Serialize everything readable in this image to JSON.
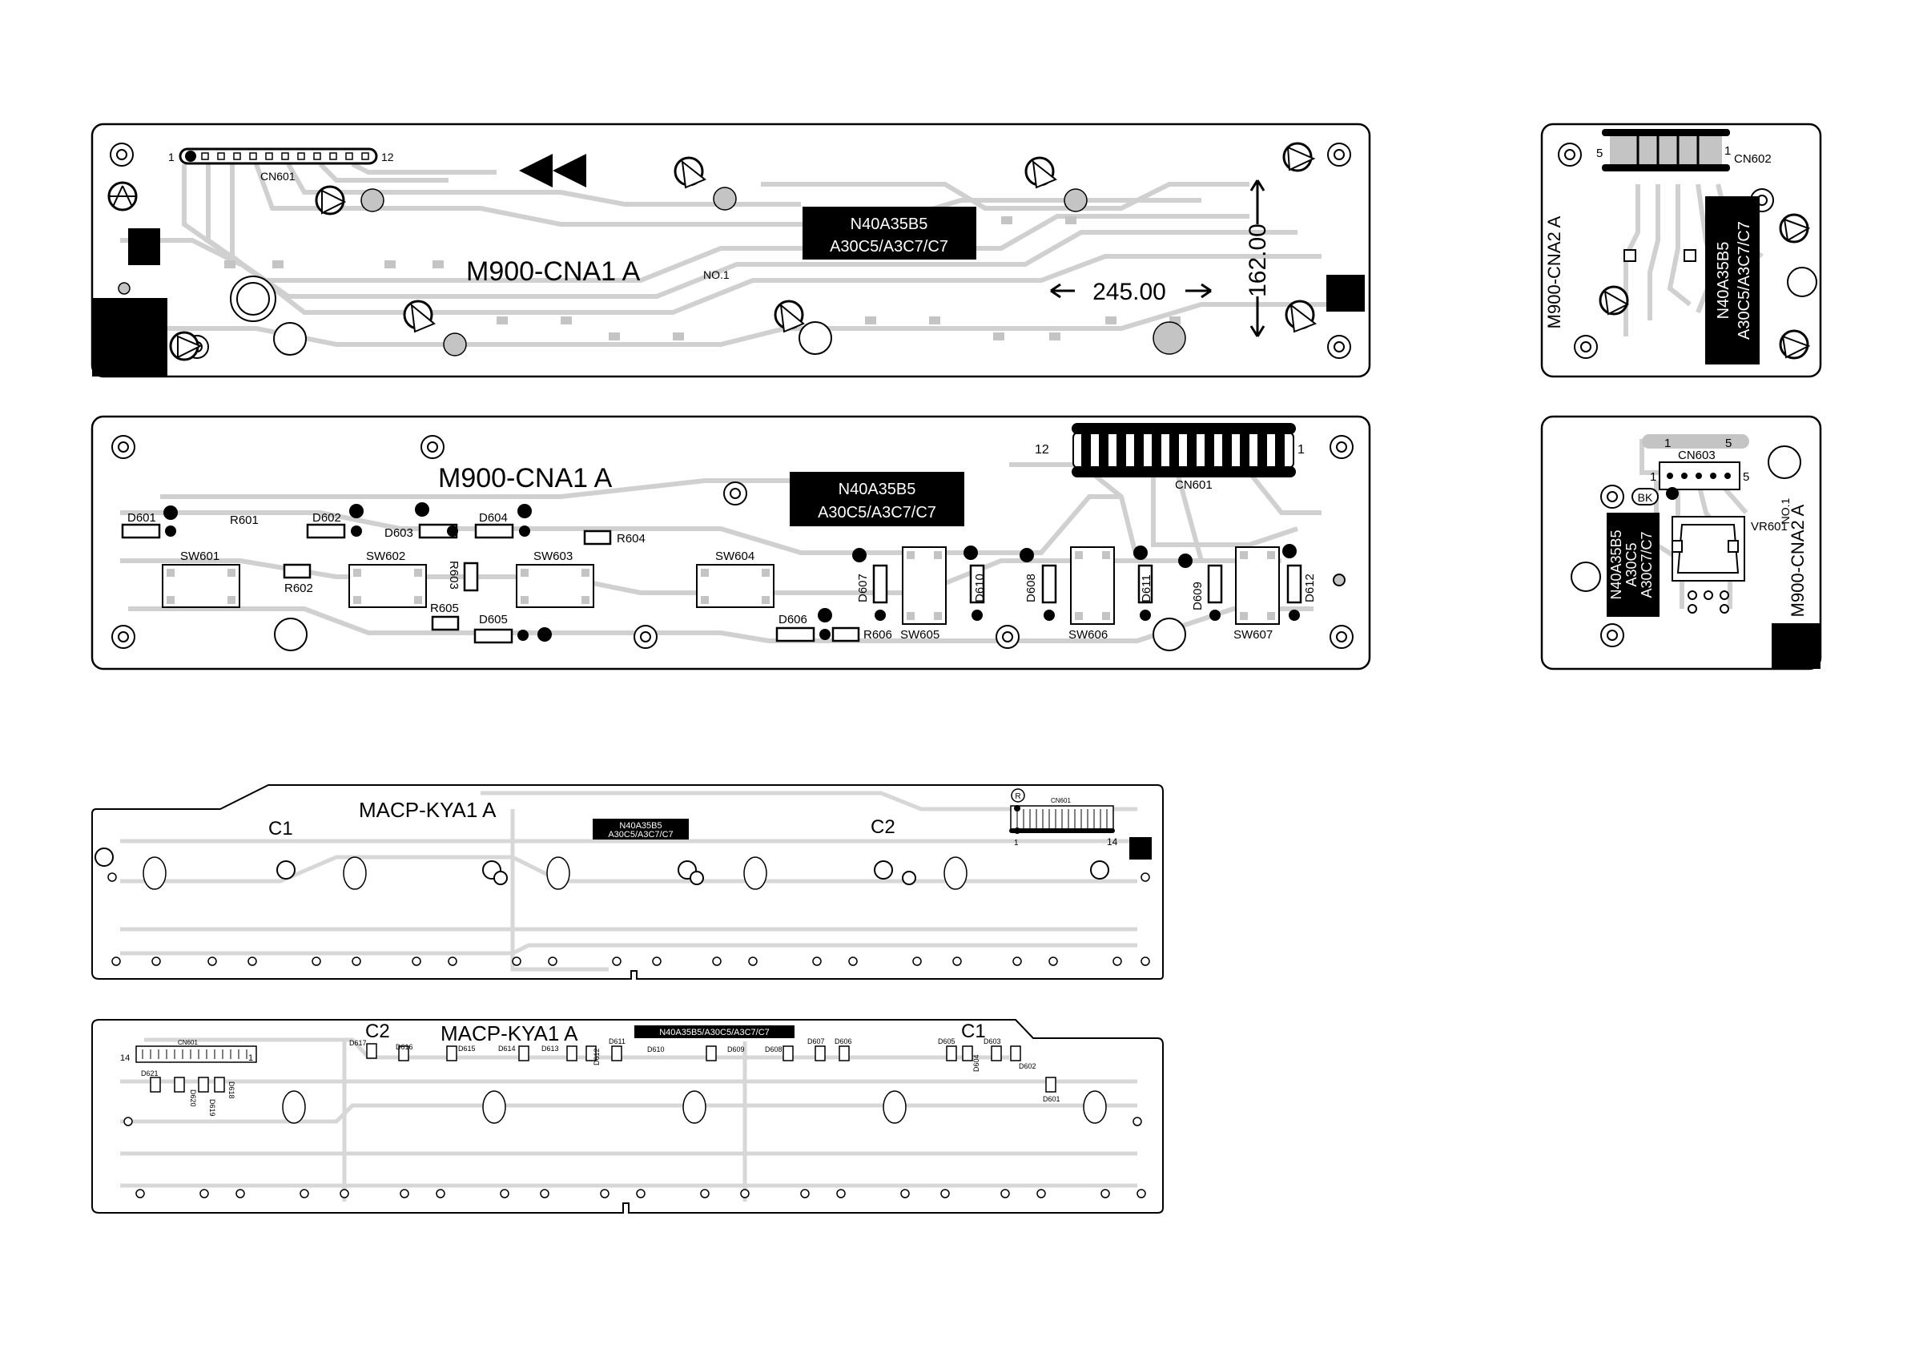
{
  "boards": {
    "b1": {
      "name": "M900-CNA1 A",
      "ver1": "N40A35B5",
      "ver2": "A30C5/A3C7/C7",
      "no": "NO.1",
      "connector": "CN601",
      "pin_first": "1",
      "pin_last": "12",
      "dim_w": "245.00",
      "dim_h": "162.00"
    },
    "b2": {
      "name": "M900-CNA1 A",
      "ver1": "N40A35B5",
      "ver2": "A30C5/A3C7/C7",
      "connector": "CN601",
      "pin_first": "12",
      "pin_last": "1",
      "parts": {
        "D601": "D601",
        "D602": "D602",
        "D603": "D603",
        "D604": "D604",
        "D605": "D605",
        "D606": "D606",
        "D607": "D607",
        "D608": "D608",
        "D609": "D609",
        "D610": "D610",
        "D611": "D611",
        "D612": "D612",
        "R601": "R601",
        "R602": "R602",
        "R603": "R603",
        "R604": "R604",
        "R605": "R605",
        "R606": "R606",
        "SW601": "SW601",
        "SW602": "SW602",
        "SW603": "SW603",
        "SW604": "SW604",
        "SW605": "SW605",
        "SW606": "SW606",
        "SW607": "SW607"
      }
    },
    "b3": {
      "name": "M900-CNA2 A",
      "ver1": "N40A35B5",
      "ver2": "A30C5/A3C7/C7",
      "connector": "CN602",
      "pin_first": "5",
      "pin_last": "1"
    },
    "b4": {
      "name": "M900-CNA2 A",
      "ver1": "N40A35B5",
      "ver2": "A30C5",
      "ver3": "A30C7/C7",
      "no": "NO.1",
      "connector": "CN603",
      "pin_first": "1",
      "pin_last": "5",
      "vr": "VR601",
      "bk": "BK"
    },
    "b5": {
      "name": "MACP-KYA1 A",
      "ver1": "N40A35B5",
      "ver2": "A30C5/A3C7/C7",
      "c1": "C1",
      "c2": "C2",
      "connector": "CN601",
      "pin_first": "1",
      "pin_last": "14",
      "mark": "R"
    },
    "b6": {
      "name": "MACP-KYA1 A",
      "ver": "N40A35B5/A30C5/A3C7/C7",
      "c1": "C1",
      "c2": "C2",
      "connector": "CN601",
      "pin_first": "14",
      "pin_last": "1",
      "diodes": {
        "D601": "D601",
        "D602": "D602",
        "D603": "D603",
        "D604": "D604",
        "D605": "D605",
        "D606": "D606",
        "D607": "D607",
        "D608": "D608",
        "D609": "D609",
        "D610": "D610",
        "D611": "D611",
        "D612": "D612",
        "D613": "D613",
        "D614": "D614",
        "D615": "D615",
        "D616": "D616",
        "D617": "D617",
        "D618": "D618",
        "D619": "D619",
        "D620": "D620",
        "D621": "D621"
      }
    }
  }
}
